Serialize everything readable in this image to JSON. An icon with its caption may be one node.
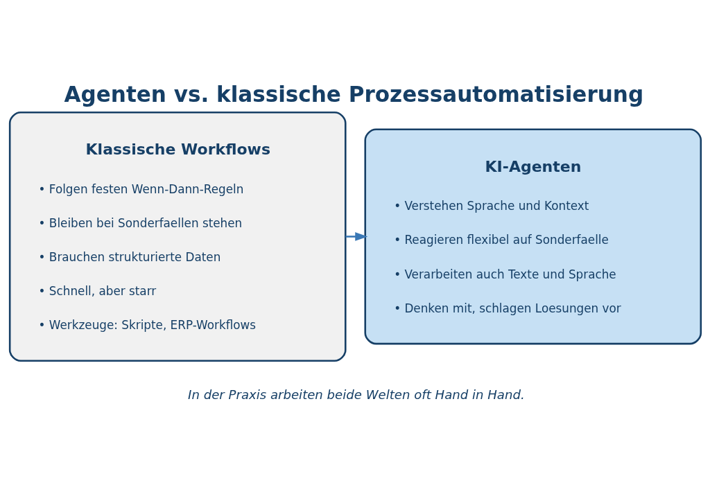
{
  "diagram": {
    "title": "Agenten vs. klassische Prozessautomatisierung",
    "caption": "In der Praxis arbeiten beide Welten oft Hand in Hand.",
    "nodes": [
      {
        "text": [
          "Klassische Workflows",
          "• Folgen festen Wenn-Dann-Regeln",
          "• Bleiben bei Sonderfaellen stehen",
          "• Brauchen strukturierte Daten",
          "• Schnell, aber starr",
          "• Werkzeuge: Skripte, ERP-Workflows"
        ]
      },
      {
        "text": [
          "KI-Agenten",
          "• Verstehen Sprache und Kontext",
          "• Reagieren flexibel auf Sonderfaelle",
          "• Verarbeiten auch Texte und Sprache",
          "• Denken mit, schlagen Loesungen vor"
        ]
      }
    ],
    "edges": [
      {
        "from": 0,
        "to": 1,
        "arrow": "to"
      }
    ]
  }
}
